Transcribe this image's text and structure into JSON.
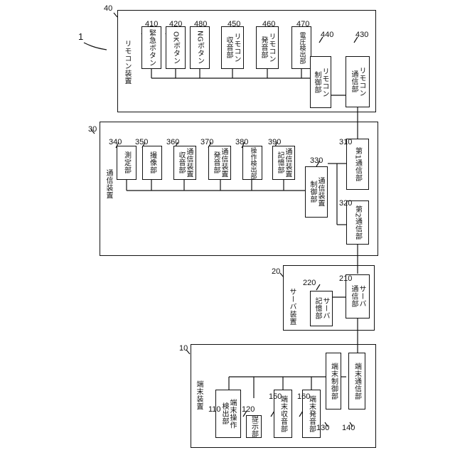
{
  "figure_number": "1",
  "remote": {
    "ref": "40",
    "title": "リモコン装置",
    "btn_emergency": {
      "ref": "410",
      "label": "緊急ボタン"
    },
    "btn_ok": {
      "ref": "420",
      "label": "OKボタン"
    },
    "btn_ng": {
      "ref": "480",
      "label": "NGボタン"
    },
    "sound_in": {
      "ref": "450",
      "label": "リモコン\n収音部"
    },
    "sound_out": {
      "ref": "460",
      "label": "リモコン\n発音部"
    },
    "voltage": {
      "ref": "470",
      "label": "電圧検出部"
    },
    "control": {
      "ref": "440",
      "label": "リモコン\n制御部"
    },
    "comm": {
      "ref": "430",
      "label": "リモコン\n通信部"
    }
  },
  "comm_device": {
    "ref": "30",
    "title": "通信装置",
    "measure": {
      "ref": "340",
      "label": "測定部"
    },
    "camera": {
      "ref": "350",
      "label": "撮像部"
    },
    "sound_in": {
      "ref": "360",
      "label": "通信装置\n収音部"
    },
    "sound_out": {
      "ref": "370",
      "label": "通信装置\n発音部"
    },
    "op_detect": {
      "ref": "380",
      "label": "操作検出部"
    },
    "memory": {
      "ref": "390",
      "label": "通信装置\n記憶部"
    },
    "control": {
      "ref": "330",
      "label": "通信装置\n制御部"
    },
    "comm1": {
      "ref": "310",
      "label": "第1通信部"
    },
    "comm2": {
      "ref": "320",
      "label": "第2通信部"
    }
  },
  "server": {
    "ref": "20",
    "title": "サーバ装置",
    "memory": {
      "ref": "220",
      "label": "サーバ\n記憶部"
    },
    "comm": {
      "ref": "210",
      "label": "サーバ\n通信部"
    }
  },
  "terminal": {
    "ref": "10",
    "title": "端末装置",
    "op_detect": {
      "ref": "110",
      "label": "端末操作\n検出部"
    },
    "display": {
      "ref": "120",
      "label": "提示部"
    },
    "sound_in": {
      "ref": "150",
      "label": "端末収音部"
    },
    "sound_out": {
      "ref": "160",
      "label": "端末発音部"
    },
    "control": {
      "ref": "130",
      "label": "端末制御部"
    },
    "comm": {
      "ref": "140",
      "label": "端末通信部"
    }
  }
}
